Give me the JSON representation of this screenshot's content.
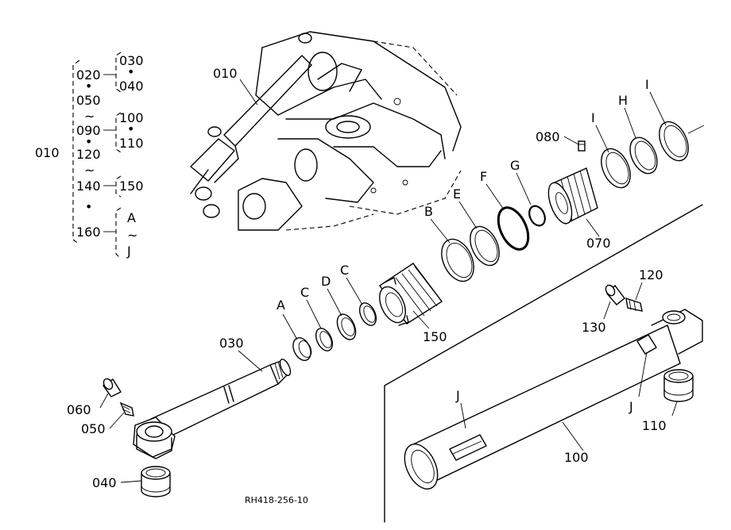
{
  "tree": {
    "root": "010",
    "main": [
      "020",
      "050",
      "090",
      "120",
      "140",
      "160"
    ],
    "dots": [
      "•",
      "•",
      "•"
    ],
    "tilde": "~",
    "branch_020": [
      "030",
      "040"
    ],
    "branch_090": [
      "100",
      "110"
    ],
    "branch_140": "150",
    "branch_160": [
      "A",
      "J"
    ]
  },
  "callouts": {
    "p010": "010",
    "p030": "030",
    "p040": "040",
    "p050": "050",
    "p060": "060",
    "p070": "070",
    "p080": "080",
    "p100": "100",
    "p110": "110",
    "p120": "120",
    "p130": "130",
    "p150": "150",
    "A": "A",
    "B": "B",
    "C1": "C",
    "C2": "C",
    "D": "D",
    "E": "E",
    "F": "F",
    "G": "G",
    "H": "H",
    "I1": "I",
    "I2": "I",
    "J1": "J",
    "J2": "J"
  },
  "drawing_code": "RH418-256-10"
}
